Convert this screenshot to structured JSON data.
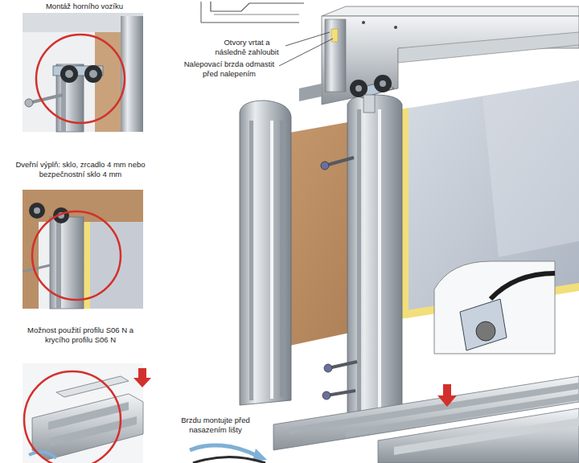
{
  "diagram": {
    "labels": [
      "Montáž horního vozíku",
      "Otvory vrtat a následně zahloubit",
      "Nalepovací brzda odmastit před nalepením",
      "Dveřní výplň: sklo, zrcadlo 4 mm nebo bezpečnostní sklo 4 mm",
      "Možnost použití profilu S06 N a krycího profilu S06 N",
      "Brzdu montujte před nasazením lišty"
    ]
  }
}
